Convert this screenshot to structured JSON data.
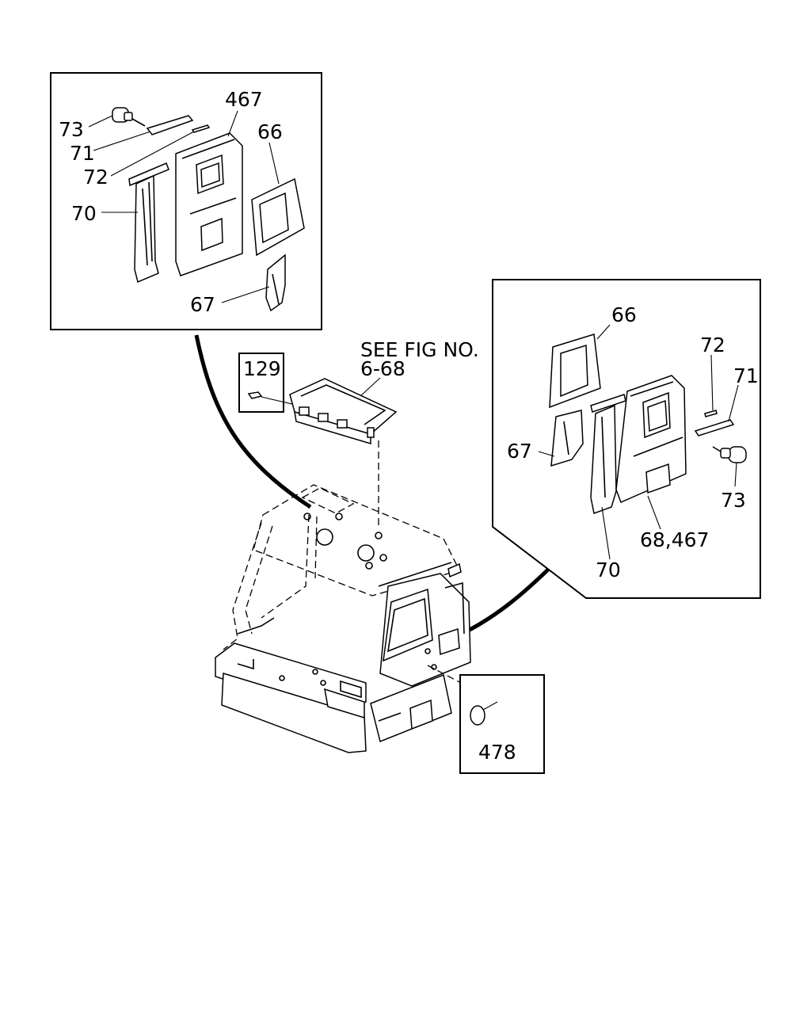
{
  "note": {
    "line1": "SEE FIG NO.",
    "line2": "6-68"
  },
  "left_inset": {
    "labels": {
      "l73": "73",
      "l71": "71",
      "l72": "72",
      "l70": "70",
      "l467": "467",
      "l66": "66",
      "l67": "67"
    }
  },
  "right_inset": {
    "labels": {
      "l66": "66",
      "l72": "72",
      "l71": "71",
      "l67": "67",
      "l73": "73",
      "l68_467": "68,467",
      "l70": "70"
    }
  },
  "box_labels": {
    "l129": "129",
    "l478": "478"
  }
}
